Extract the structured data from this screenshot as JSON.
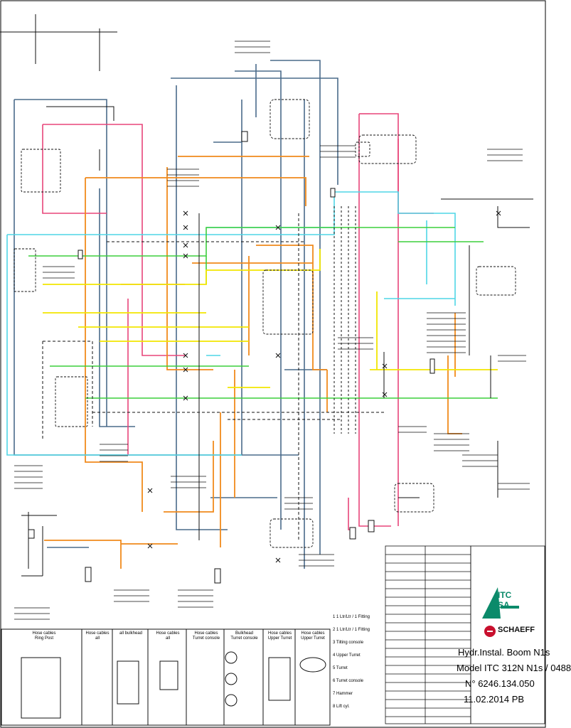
{
  "title_block": {
    "line1": "Hydr.Instal. Boom N1s",
    "line2": "Model ITC 312N N1s / 0488",
    "line3": "N° 6246.134.050",
    "line4": "11.02.2014  PB"
  },
  "logos": {
    "itc": "ITC SA",
    "schaeff": "SCHAEFF"
  },
  "legend_strip": [
    {
      "label": "Hose cables\nRing Post"
    },
    {
      "label": "Hose cables\nall"
    },
    {
      "label": "all bulkhead"
    },
    {
      "label": "Hose cables\nall"
    },
    {
      "label": "Hose cables\nTurret console"
    },
    {
      "label": "Bulkhead\nTurret console"
    },
    {
      "label": "Hose cables\nUpper Turret"
    },
    {
      "label": "Hose cables\nUpper Turret"
    }
  ],
  "position_legend": [
    "1  1 Ltr/Ltr / 1 Fitting",
    "2  1 Ltr/Ltr / 1 Fitting",
    "3  Tilting console",
    "4  Upper Turret",
    "5  Turret",
    "6  Turret console",
    "7  Hammer",
    "8  Lift cyl."
  ],
  "colors": {
    "pink": "#e8457a",
    "orange": "#f08a1c",
    "cyan": "#4fd6e6",
    "green": "#3ccf3c",
    "yellow": "#f2e600",
    "blue_gray": "#4a6b8a",
    "black": "#111111"
  }
}
